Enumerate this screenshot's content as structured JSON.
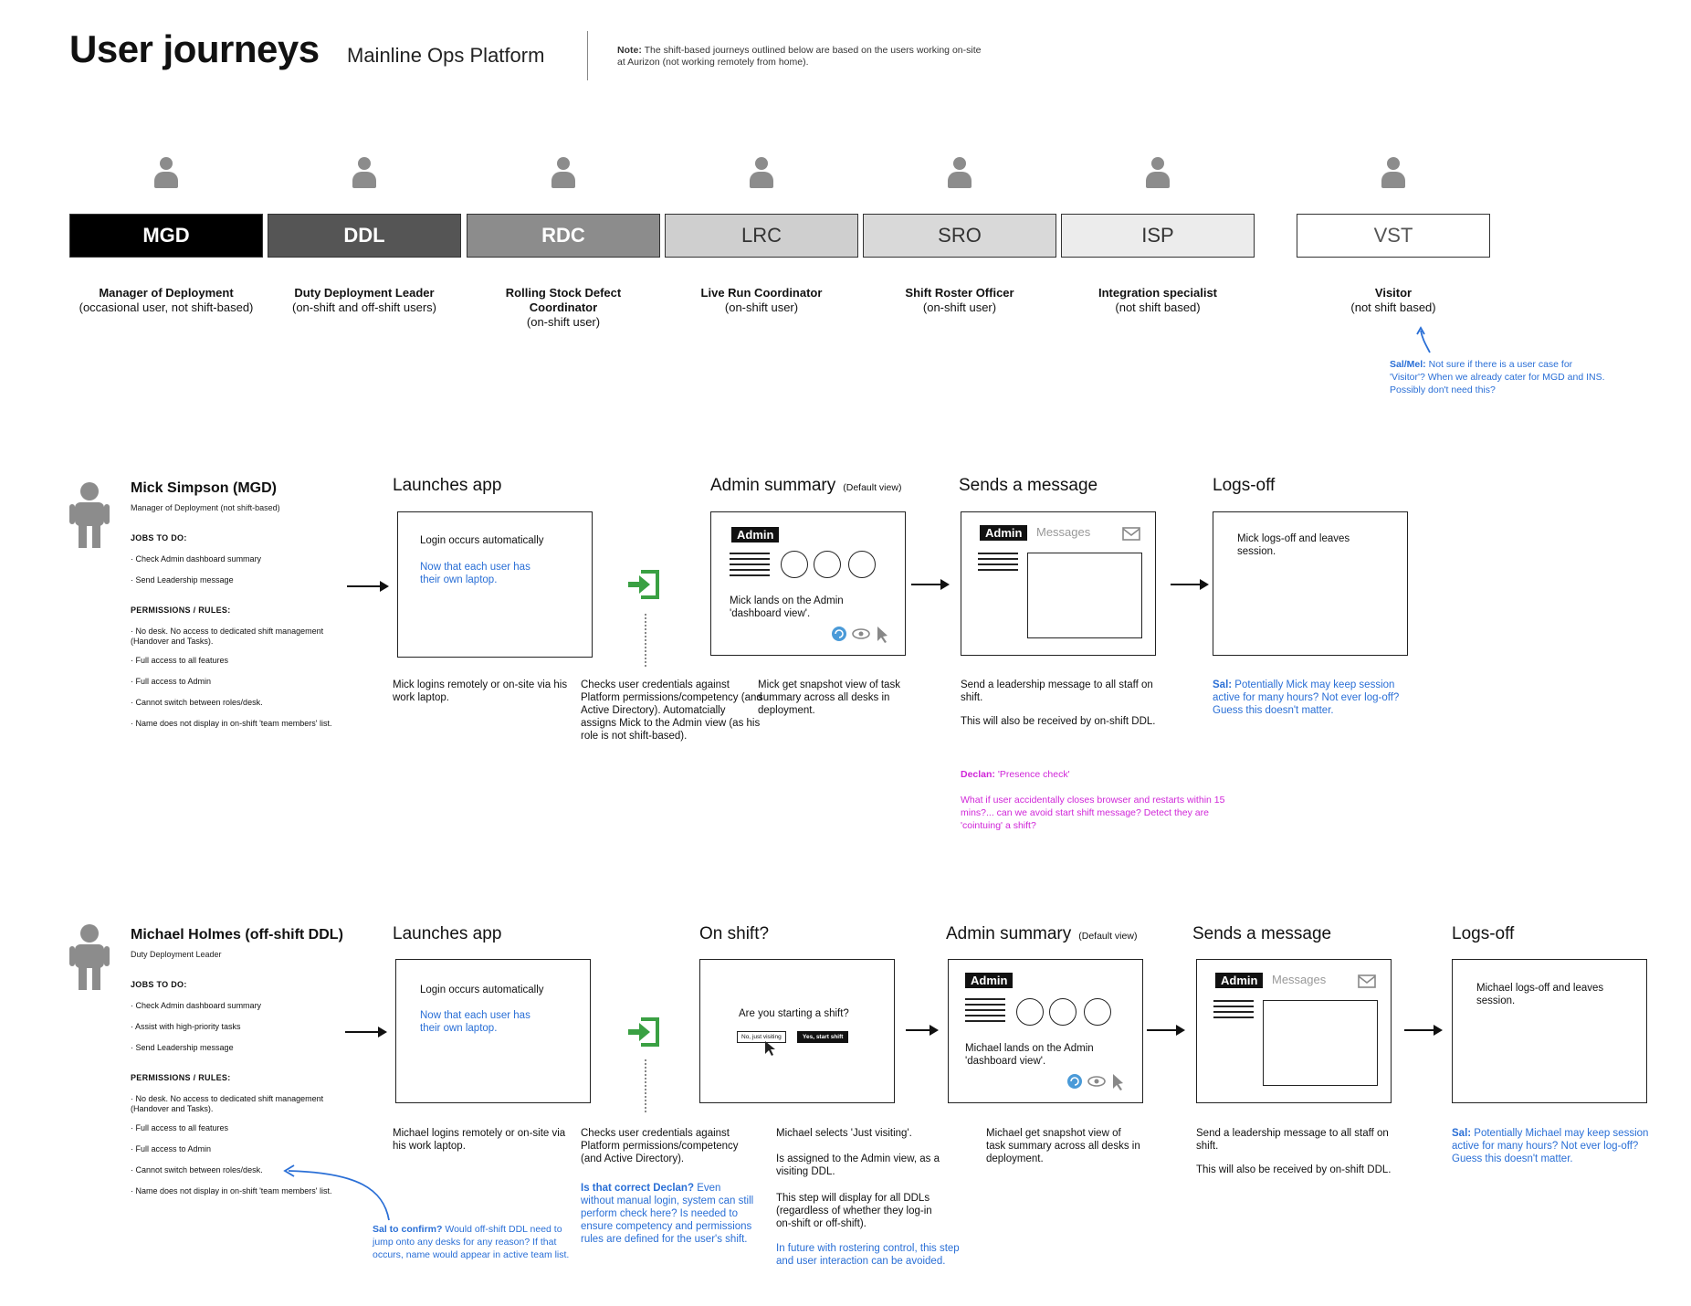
{
  "header": {
    "title": "User journeys",
    "subtitle": "Mainline Ops Platform",
    "note_label": "Note:",
    "note_text": "The shift-based journeys outlined below are based on the users working on-site at Aurizon (not working remotely from home)."
  },
  "colors": {
    "annotation_blue": "#2a6fd6",
    "annotation_magenta": "#d026d8",
    "login_icon_green": "#3aa043"
  },
  "roles": [
    {
      "code": "MGD",
      "name": "Manager of Deployment",
      "detail": "(occasional user, not shift-based)",
      "fill": "#000000",
      "text_color": "#ffffff"
    },
    {
      "code": "DDL",
      "name": "Duty Deployment Leader",
      "detail": "(on-shift and off-shift users)",
      "fill": "#555555",
      "text_color": "#ffffff"
    },
    {
      "code": "RDC",
      "name": "Rolling Stock Defect Coordinator",
      "detail": "(on-shift user)",
      "fill": "#8c8c8c",
      "text_color": "#ffffff"
    },
    {
      "code": "LRC",
      "name": "Live Run Coordinator",
      "detail": "(on-shift user)",
      "fill": "#cfcfcf",
      "text_color": "#333333"
    },
    {
      "code": "SRO",
      "name": "Shift Roster Officer",
      "detail": "(on-shift user)",
      "fill": "#d9d9d9",
      "text_color": "#333333"
    },
    {
      "code": "ISP",
      "name": "Integration specialist",
      "detail": "(not shift based)",
      "fill": "#ececec",
      "text_color": "#333333"
    },
    {
      "code": "VST",
      "name": "Visitor",
      "detail": "(not shift based)",
      "fill": "#ffffff",
      "text_color": "#555555"
    }
  ],
  "visitor_comment": {
    "author": "Sal/Mel:",
    "text": "Not sure if there is a user case for 'Visitor'? When we already cater for MGD and INS. Possibly don't need this?"
  },
  "journey1": {
    "name": "Mick Simpson (MGD)",
    "role": "Manager of Deployment (not shift-based)",
    "jobs_heading": "JOBS TO DO:",
    "jobs": [
      "· Check Admin dashboard summary",
      "· Send Leadership message"
    ],
    "rules_heading": "PERMISSIONS / RULES:",
    "rules": [
      "· No desk. No access to dedicated shift management (Handover and Tasks).",
      "· Full access to all features",
      "· Full access to Admin",
      "· Cannot switch between roles/desk.",
      "· Name does not display in on-shift 'team members' list."
    ],
    "step1": {
      "title": "Launches app",
      "screen_text": "Login occurs automatically",
      "screen_note": "Now that each user has their own laptop.",
      "caption": "Mick logins remotely or on-site via his work laptop."
    },
    "login_caption": "Checks user credentials against Platform permissions/competency (and Active Directory). Automatcially assigns Mick to the Admin view (as his role is not shift-based).",
    "step2": {
      "title": "Admin summary",
      "title_sub": "(Default view)",
      "badge": "Admin",
      "screen_text": "Mick lands on the Admin 'dashboard view'.",
      "caption": "Mick get snapshot view of task summary across all desks in deployment."
    },
    "step3": {
      "title": "Sends a message",
      "badge": "Admin",
      "tab": "Messages",
      "caption1": "Send a leadership message to all staff on shift.",
      "caption2": "This will also be received by on-shift DDL."
    },
    "step4": {
      "title": "Logs-off",
      "screen_text": "Mick logs-off and leaves session.",
      "comment_author": "Sal:",
      "comment": "Potentially Mick may keep session active for many hours? Not ever log-off? Guess this doesn't matter."
    },
    "declan_author": "Declan:",
    "declan_title": "'Presence check'",
    "declan_text": "What if user accidentally closes browser and restarts within 15 mins?... can we avoid start shift message? Detect they are 'cointuing' a shift?"
  },
  "journey2": {
    "name": "Michael Holmes (off-shift DDL)",
    "role": "Duty Deployment Leader",
    "jobs_heading": "JOBS TO DO:",
    "jobs": [
      "· Check Admin dashboard summary",
      "· Assist with high-priority tasks",
      "· Send Leadership message"
    ],
    "rules_heading": "PERMISSIONS / RULES:",
    "rules": [
      "· No desk. No access to dedicated shift management (Handover and Tasks).",
      "· Full access to all features",
      "· Full access to Admin",
      "· Cannot switch between roles/desk.",
      "· Name does not display in on-shift 'team members' list."
    ],
    "sal_author": "Sal to confirm?",
    "sal_text": "Would off-shift DDL need to jump onto any desks for any reason? If that occurs, name would appear in active team list.",
    "step1": {
      "title": "Launches app",
      "screen_text": "Login occurs automatically",
      "screen_note": "Now that each user has their own laptop.",
      "caption": "Michael logins remotely or on-site via his work laptop."
    },
    "login_caption": "Checks user credentials against Platform permissions/competency (and Active Directory).",
    "login_question_author": "Is that correct Declan?",
    "login_question": "Even without manual login, system can still perform check here? Is needed to ensure competency and permissions rules are defined for the user's shift.",
    "step_shift": {
      "title": "On shift?",
      "question": "Are you starting a shift?",
      "btn_visit": "No, just visiting",
      "btn_start": "Yes, start shift",
      "caption1": "Michael selects 'Just visiting'.",
      "caption2": "Is assigned to the Admin view, as a visiting DDL.",
      "caption3": "This step will display for all DDLs (regardless of whether they log-in on-shift or off-shift).",
      "future": "In future with rostering control, this step and user interaction can be avoided."
    },
    "step2": {
      "title": "Admin summary",
      "title_sub": "(Default view)",
      "badge": "Admin",
      "screen_text": "Michael lands on the Admin 'dashboard view'.",
      "caption": "Michael get snapshot view of task summary across all desks in deployment."
    },
    "step3": {
      "title": "Sends a message",
      "badge": "Admin",
      "tab": "Messages",
      "caption1": "Send a leadership message to all staff on shift.",
      "caption2": "This will also be received by on-shift DDL."
    },
    "step4": {
      "title": "Logs-off",
      "screen_text": "Michael logs-off and leaves session.",
      "comment_author": "Sal:",
      "comment": "Potentially Michael may keep session active for many hours? Not ever log-off? Guess this doesn't matter."
    }
  }
}
